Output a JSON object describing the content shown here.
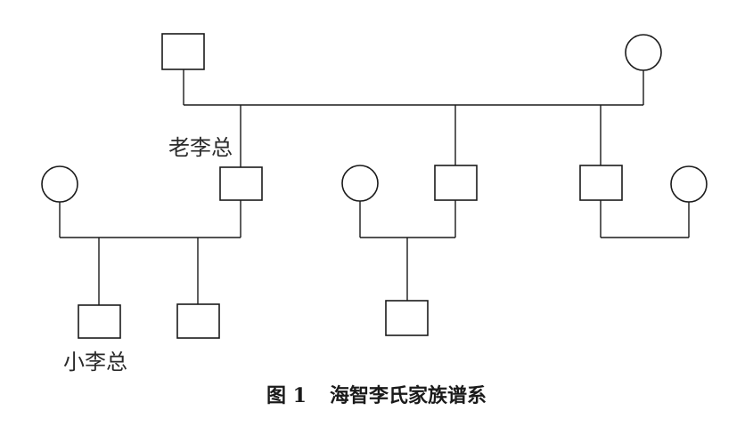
{
  "labels": {
    "elder": "老李总",
    "junior": "小李总"
  },
  "caption": {
    "number": "图 1",
    "title": "海智李氏家族谱系"
  },
  "legend": {
    "male_symbol": "square",
    "female_symbol": "circle"
  },
  "colors": {
    "stroke": "#1a1a1a",
    "background": "#ffffff"
  }
}
